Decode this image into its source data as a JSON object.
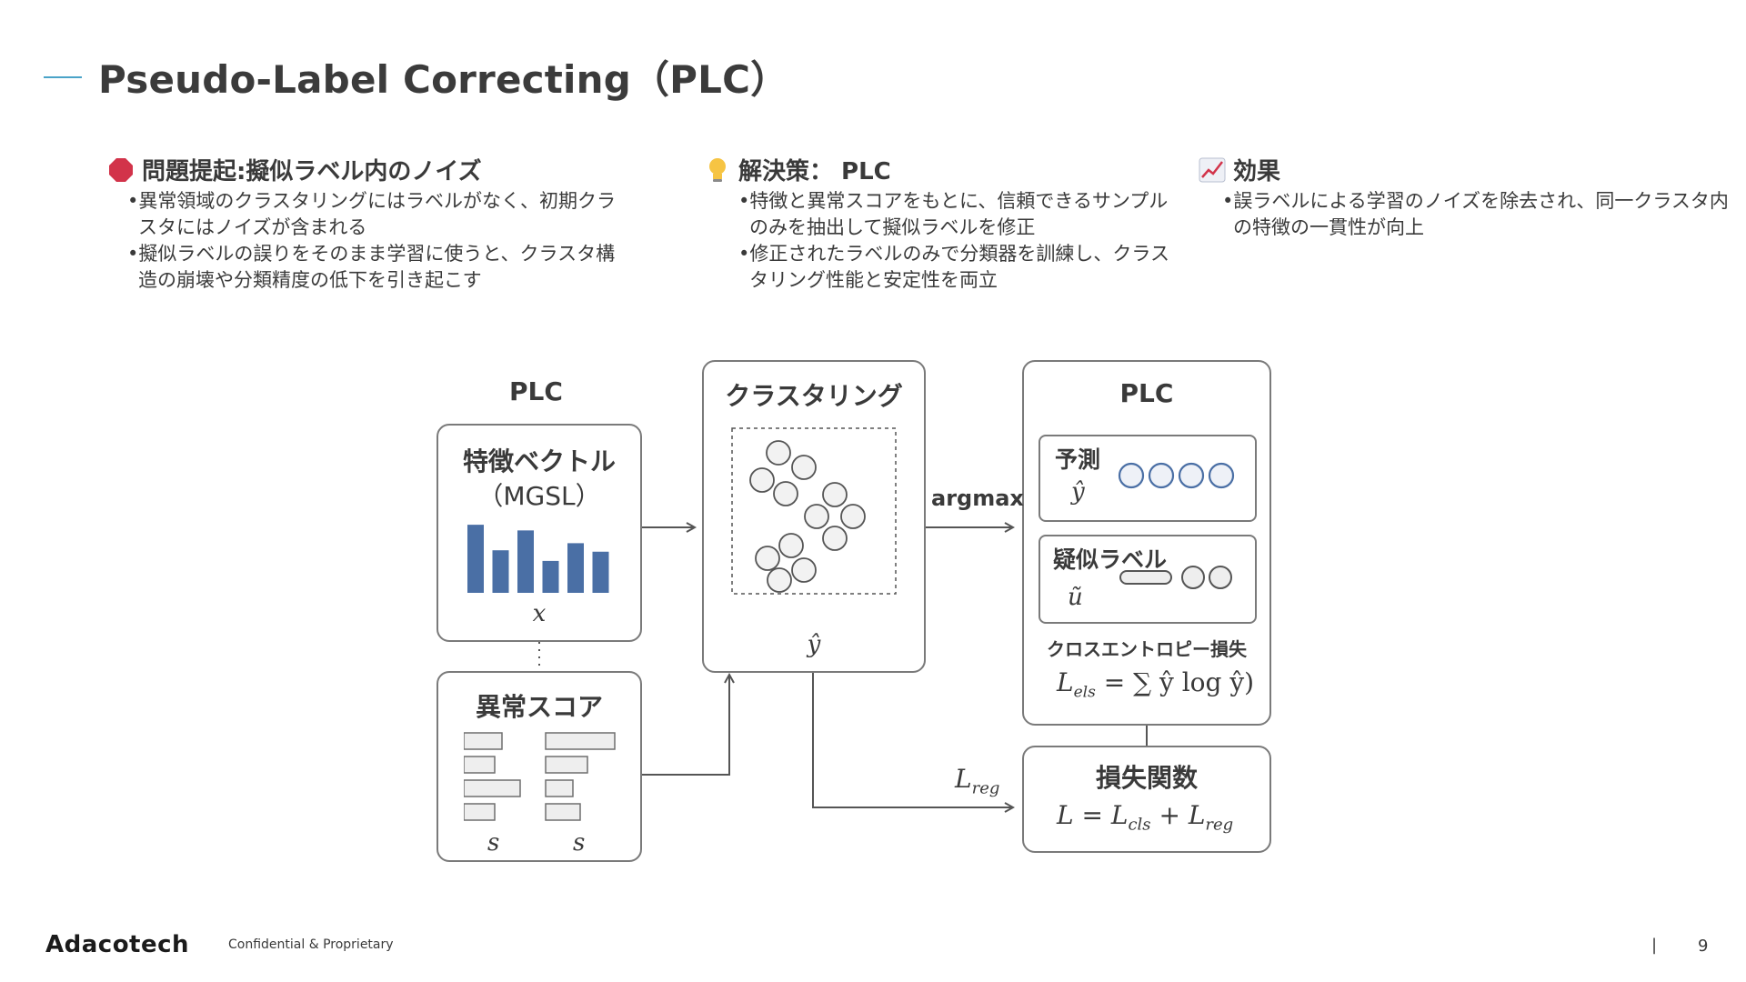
{
  "header": {
    "title": "Pseudo-Label Correcting（PLC）"
  },
  "sections": [
    {
      "icon": "stop-sign-icon",
      "heading": "問題提起:擬似ラベル内のノイズ",
      "bullets": [
        "•異常領域のクラスタリングにはラベルがなく、初期クラスタにはノイズが含まれる",
        "•擬似ラベルの誤りをそのまま学習に使うと、クラスタ構造の崩壊や分類精度の低下を引き起こす"
      ]
    },
    {
      "icon": "lightbulb-icon",
      "heading": "解決策： PLC",
      "bullets": [
        "•特徴と異常スコアをもとに、信頼できるサンプルのみを抽出して擬似ラベルを修正",
        "•修正されたラベルのみで分類器を訓練し、クラスタリング性能と安定性を両立"
      ]
    },
    {
      "icon": "chart-increasing-icon",
      "heading": "効果",
      "bullets": [
        "•誤ラベルによる学習のノイズを除去され、同一クラスタ内の特徴の一貫性が向上"
      ]
    }
  ],
  "diagram": {
    "plc_label_left": "PLC",
    "feature_box": {
      "title": "特徴ベクトル",
      "subtitle": "（MGSL）",
      "var": "x",
      "bar_levels": [
        0.96,
        0.6,
        0.88,
        0.45,
        0.7,
        0.58
      ]
    },
    "score_box": {
      "title": "異常スコア",
      "var_left": "s",
      "var_right": "s"
    },
    "cluster_box": {
      "title": "クラスタリング",
      "var": "ŷ"
    },
    "argmax_label": "argmax",
    "lreg_label": "L",
    "lreg_sub": "reg",
    "plc_box": {
      "title": "PLC",
      "pred_label": "予測",
      "pred_var": "ŷ",
      "pseudo_label": "疑似ラベル",
      "pseudo_var": "ũ",
      "loss_label": "クロスエントロピー損失",
      "formula_lhs": "L",
      "formula_lhs_sub": "els",
      "formula_rhs": "= ∑ ŷ log ŷ)"
    },
    "loss_box": {
      "title": "損失関数",
      "formula_l": "L =",
      "formula_a": "L",
      "formula_a_sub": "cls",
      "formula_plus": "+",
      "formula_b": "L",
      "formula_b_sub": "reg"
    }
  },
  "footer": {
    "logo": "Adacotech",
    "confidential": "Confidential & Proprietary",
    "separator": "|",
    "page": "9"
  },
  "colors": {
    "accent_line": "#4aa3c8",
    "bar_blue": "#4a6fa5",
    "stop_red": "#d2334a",
    "pred_circle": "#4a6fa5"
  }
}
